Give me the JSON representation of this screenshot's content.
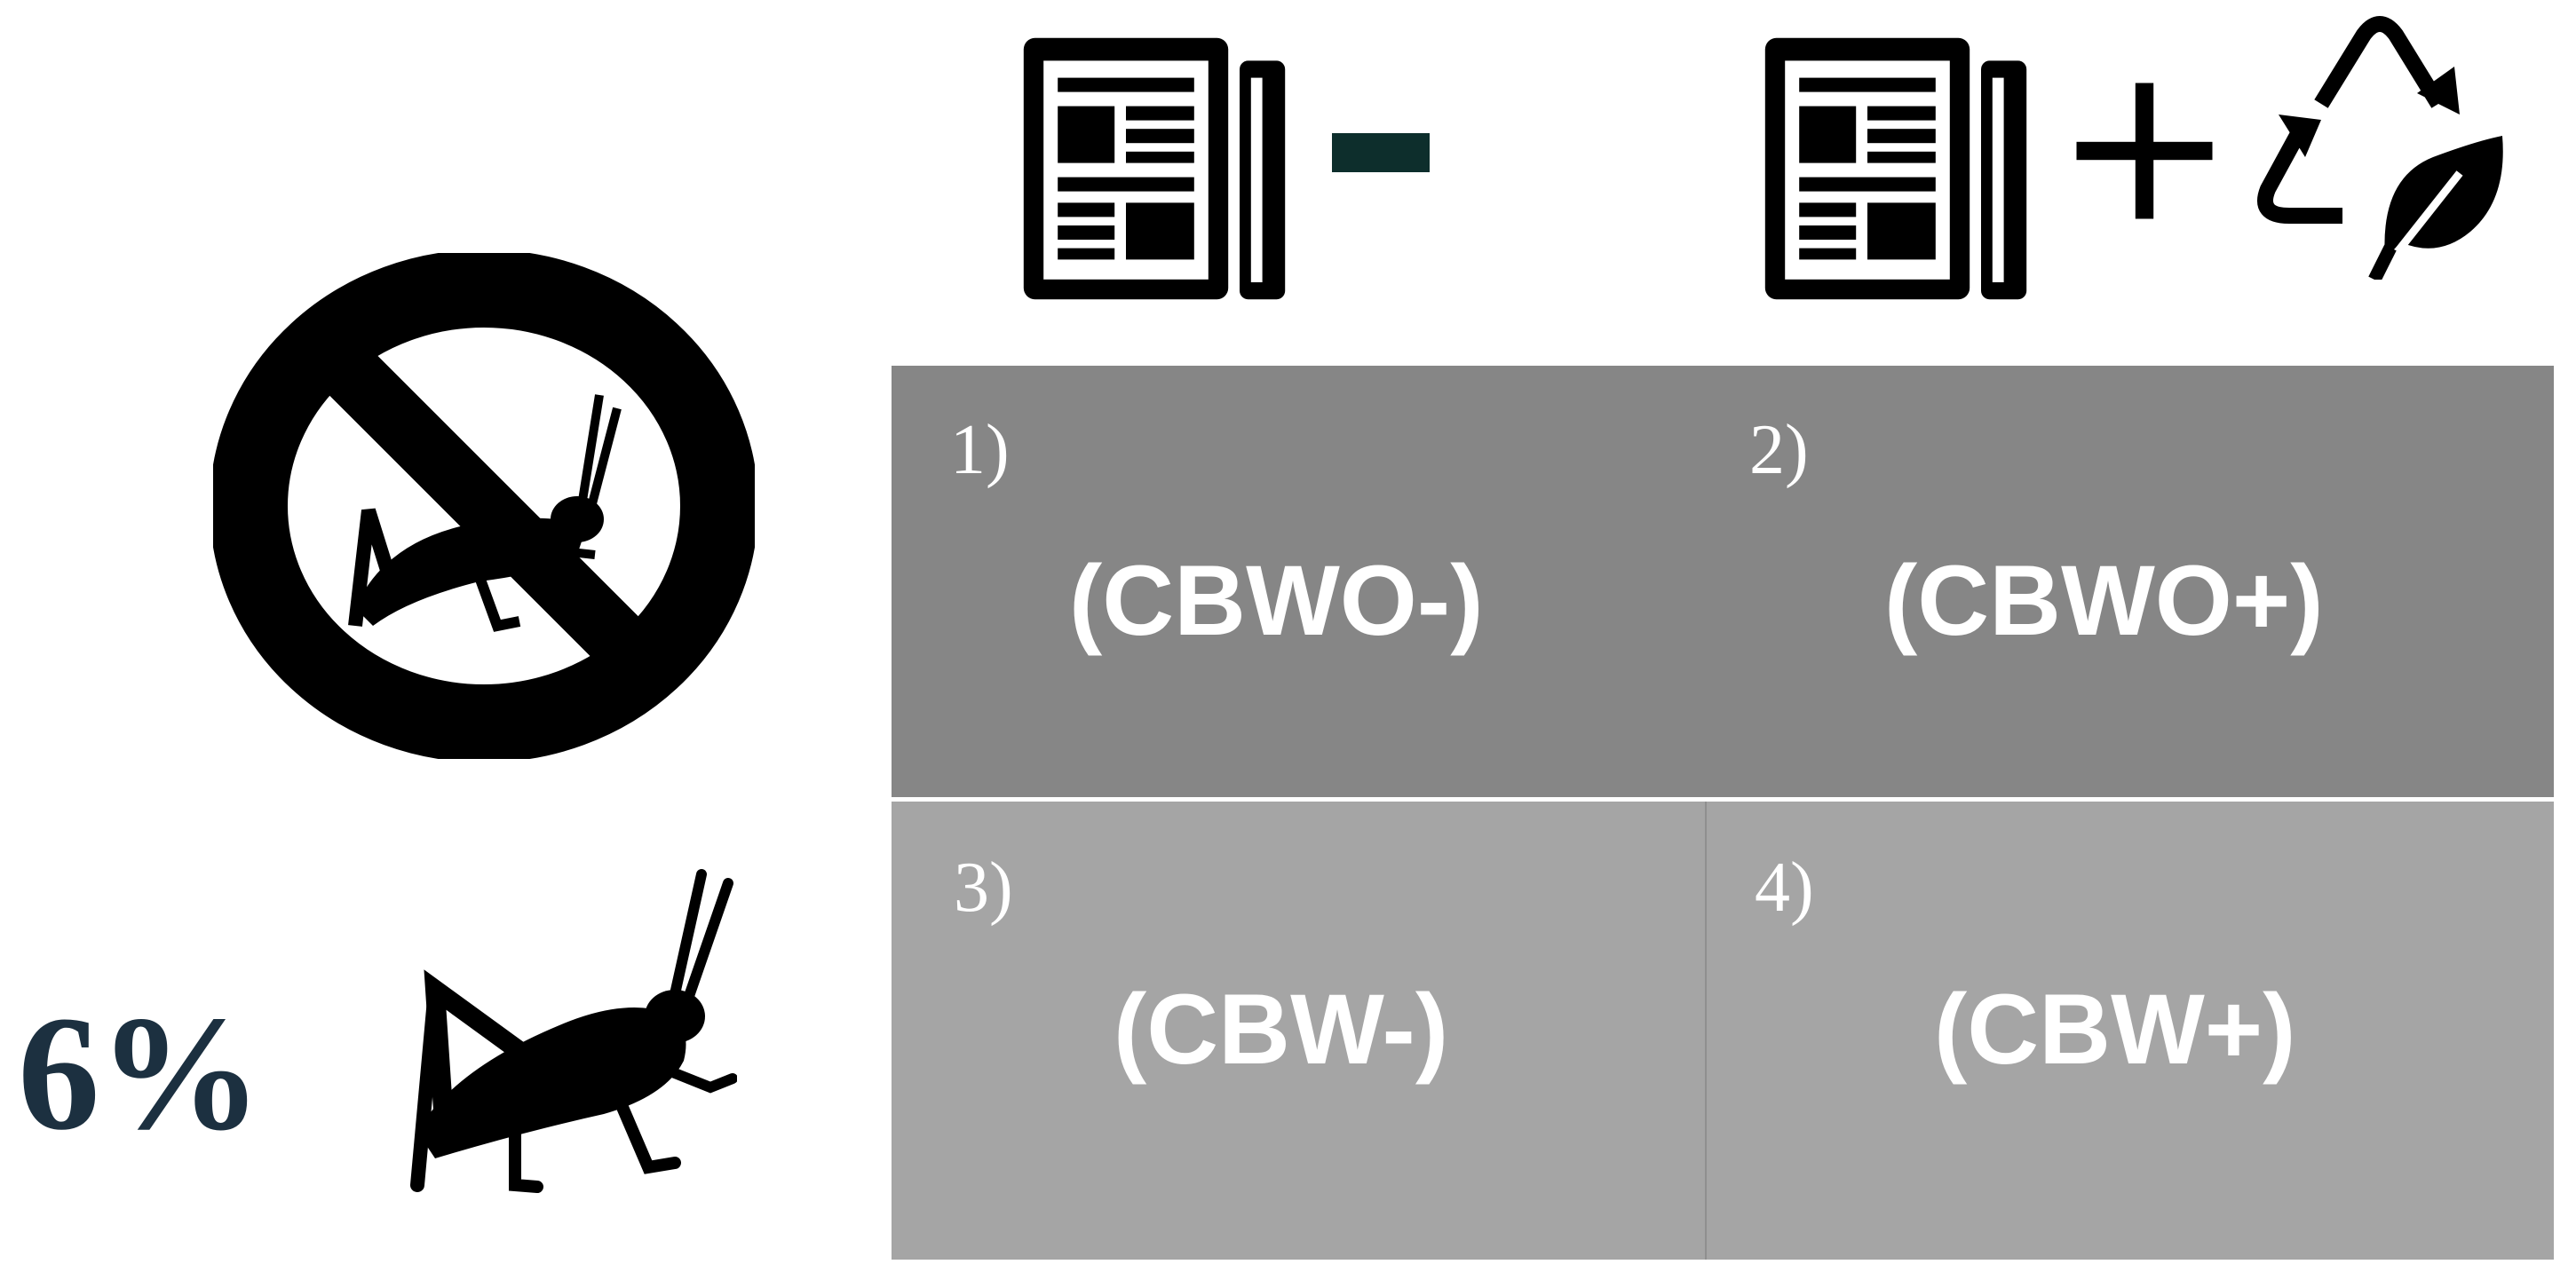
{
  "header": {
    "left_icon": "newspaper-icon",
    "left_sign": "-",
    "right_icon": "newspaper-icon",
    "right_sign": "+",
    "right_extra_icon": "recycle-leaf-icon",
    "minus_color": "#0d2e2c"
  },
  "rows": {
    "top_icon": "no-cricket-icon",
    "bottom_icon": "cricket-icon",
    "bottom_label": "6%"
  },
  "grid": {
    "cells": [
      {
        "number": "1)",
        "code": "(CBWO-)",
        "color": "#868686"
      },
      {
        "number": "2)",
        "code": "(CBWO+)",
        "color": "#868686"
      },
      {
        "number": "3)",
        "code": "(CBW-)",
        "color": "#a5a5a5"
      },
      {
        "number": "4)",
        "code": "(CBW+)",
        "color": "#a5a5a5"
      }
    ]
  }
}
